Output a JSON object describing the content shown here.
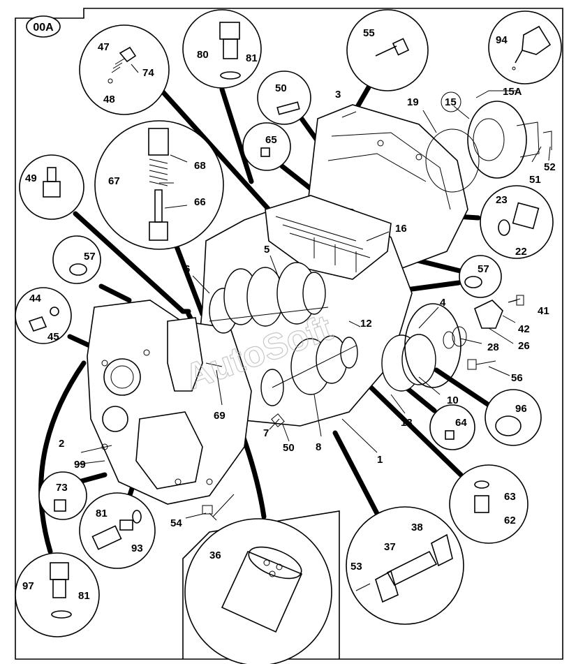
{
  "diagram": {
    "page_tag": "00A",
    "watermark": "AutoSoft",
    "labels": {
      "p1": "1",
      "p2": "2",
      "p3": "3",
      "p4": "4",
      "p5": "5",
      "p6": "6",
      "p7": "7",
      "p8": "8",
      "p10": "10",
      "p12": "12",
      "p13": "13",
      "p15": "15",
      "p15a": "15A",
      "p16": "16",
      "p19": "19",
      "p22": "22",
      "p23": "23",
      "p26": "26",
      "p28": "28",
      "p36": "36",
      "p37": "37",
      "p38": "38",
      "p41": "41",
      "p42": "42",
      "p44": "44",
      "p45": "45",
      "p47": "47",
      "p48": "48",
      "p49": "49",
      "p50a": "50",
      "p50b": "50",
      "p51": "51",
      "p52": "52",
      "p53": "53",
      "p54": "54",
      "p55": "55",
      "p56": "56",
      "p57a": "57",
      "p57b": "57",
      "p62": "62",
      "p63": "63",
      "p64": "64",
      "p65": "65",
      "p66": "66",
      "p67": "67",
      "p68": "68",
      "p69": "69",
      "p73": "73",
      "p74": "74",
      "p80": "80",
      "p81a": "81",
      "p81b": "81",
      "p81c": "81",
      "p93": "93",
      "p94": "94",
      "p96": "96",
      "p97": "97",
      "p99": "99"
    }
  }
}
